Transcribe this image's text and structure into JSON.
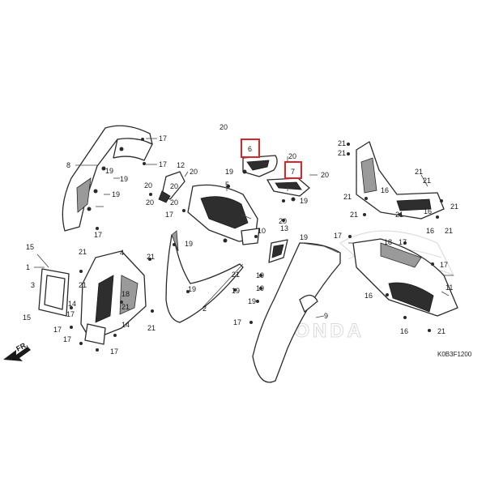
{
  "diagram": {
    "code": "K0B3F1200",
    "watermark": "HONDA",
    "direction_label": "FR.",
    "highlight_color": "#d9262b",
    "line_color": "#2a2a2a",
    "callouts": [
      {
        "id": "c1",
        "n": "17"
      },
      {
        "id": "c2",
        "n": "17"
      },
      {
        "id": "c3",
        "n": "8"
      },
      {
        "id": "c4",
        "n": "19"
      },
      {
        "id": "c5",
        "n": "19"
      },
      {
        "id": "c6",
        "n": "19"
      },
      {
        "id": "c7",
        "n": "20"
      },
      {
        "id": "c8",
        "n": "20"
      },
      {
        "id": "c9",
        "n": "17"
      },
      {
        "id": "c10",
        "n": "12"
      },
      {
        "id": "c11",
        "n": "20"
      },
      {
        "id": "c12",
        "n": "20"
      },
      {
        "id": "c13",
        "n": "20"
      },
      {
        "id": "c14",
        "n": "5"
      },
      {
        "id": "c15",
        "n": "17"
      },
      {
        "id": "c16",
        "n": "20"
      },
      {
        "id": "c17",
        "n": "6"
      },
      {
        "id": "c18",
        "n": "20"
      },
      {
        "id": "c19",
        "n": "19"
      },
      {
        "id": "c20",
        "n": "7"
      },
      {
        "id": "c21",
        "n": "20"
      },
      {
        "id": "c22",
        "n": "19"
      },
      {
        "id": "c23",
        "n": "13"
      },
      {
        "id": "c24",
        "n": "10"
      },
      {
        "id": "c25",
        "n": "20"
      },
      {
        "id": "c26",
        "n": "19"
      },
      {
        "id": "c27",
        "n": "21"
      },
      {
        "id": "c28",
        "n": "21"
      },
      {
        "id": "c29",
        "n": "21"
      },
      {
        "id": "c30",
        "n": "21"
      },
      {
        "id": "c31",
        "n": "16"
      },
      {
        "id": "c32",
        "n": "21"
      },
      {
        "id": "c33",
        "n": "21"
      },
      {
        "id": "c34",
        "n": "21"
      },
      {
        "id": "c35",
        "n": "16"
      },
      {
        "id": "c36",
        "n": "21"
      },
      {
        "id": "c37",
        "n": "16"
      },
      {
        "id": "c38",
        "n": "21"
      },
      {
        "id": "c39",
        "n": "15"
      },
      {
        "id": "c40",
        "n": "1"
      },
      {
        "id": "c41",
        "n": "3"
      },
      {
        "id": "c42",
        "n": "15"
      },
      {
        "id": "c43",
        "n": "21"
      },
      {
        "id": "c44",
        "n": "4"
      },
      {
        "id": "c45",
        "n": "21"
      },
      {
        "id": "c46",
        "n": "14"
      },
      {
        "id": "c47",
        "n": "17"
      },
      {
        "id": "c48",
        "n": "17"
      },
      {
        "id": "c49",
        "n": "17"
      },
      {
        "id": "c50",
        "n": "17"
      },
      {
        "id": "c51",
        "n": "14"
      },
      {
        "id": "c52",
        "n": "18"
      },
      {
        "id": "c53",
        "n": "21"
      },
      {
        "id": "c54",
        "n": "21"
      },
      {
        "id": "c55",
        "n": "19"
      },
      {
        "id": "c56",
        "n": "21"
      },
      {
        "id": "c57",
        "n": "19"
      },
      {
        "id": "c58",
        "n": "2"
      },
      {
        "id": "c59",
        "n": "21"
      },
      {
        "id": "c60",
        "n": "19"
      },
      {
        "id": "c61",
        "n": "19"
      },
      {
        "id": "c62",
        "n": "19"
      },
      {
        "id": "c63",
        "n": "19"
      },
      {
        "id": "c64",
        "n": "9"
      },
      {
        "id": "c65",
        "n": "17"
      },
      {
        "id": "c66",
        "n": "17"
      },
      {
        "id": "c67",
        "n": "18"
      },
      {
        "id": "c68",
        "n": "17"
      },
      {
        "id": "c69",
        "n": "17"
      },
      {
        "id": "c70",
        "n": "11"
      },
      {
        "id": "c71",
        "n": "16"
      },
      {
        "id": "c72",
        "n": "16"
      },
      {
        "id": "c73",
        "n": "21"
      }
    ]
  }
}
